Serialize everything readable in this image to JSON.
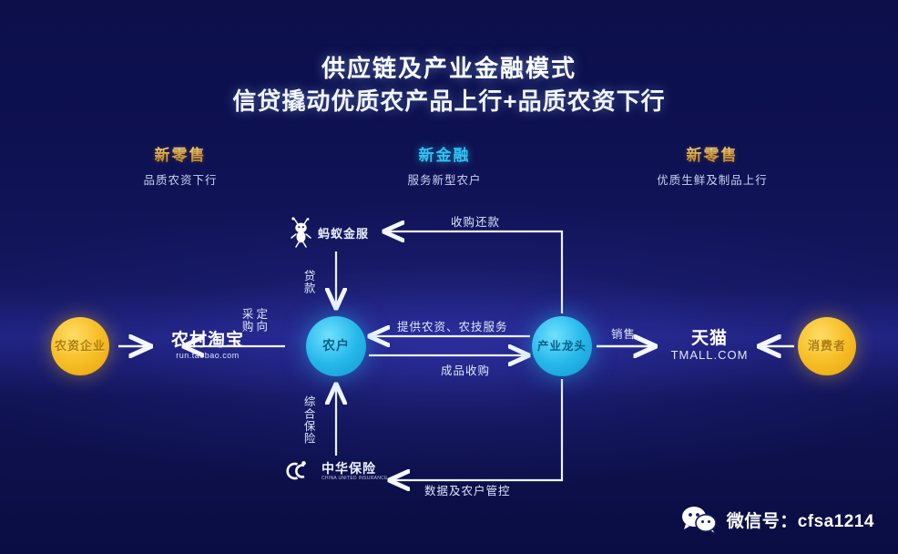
{
  "title": {
    "line1": "供应链及产业金融模式",
    "line2": "信贷撬动优质农产品上行+品质农资下行"
  },
  "sections": [
    {
      "title": "新零售",
      "subtitle": "品质农资下行",
      "color": "#d99b2c"
    },
    {
      "title": "新金融",
      "subtitle": "服务新型农户",
      "color": "#2fc3f0"
    },
    {
      "title": "新零售",
      "subtitle": "优质生鲜及制品上行",
      "color": "#d99b2c"
    }
  ],
  "nodes": {
    "agri_supplier": "农资企业",
    "rural_taobao_cn": "农村淘宝",
    "rural_taobao_en": "run.taobao.com",
    "farmer": "农户",
    "industry_leader": "产业龙头",
    "tmall_cn": "天猫",
    "tmall_en": "TMALL.COM",
    "consumer": "消费者",
    "ant_financial": "蚂蚁金服",
    "insurance_cn": "中华保险",
    "insurance_en": "CHINA UNITED INSURANCE"
  },
  "edges": {
    "procurement": "定向采购",
    "procurement_l1": "定向",
    "procurement_l2": "采购",
    "loan": "贷款",
    "supply_service": "提供农资、农技服务",
    "product_purchase": "成品收购",
    "sales": "销售",
    "repayment": "收购还款",
    "insurance": "综合保险",
    "data_control": "数据及农户管控"
  },
  "watermark": {
    "label": "微信号：cfsa1214"
  },
  "colors": {
    "background": "#0d1050",
    "gold": "#f5b91a",
    "cyan": "#22b8e8",
    "text": "#ffffff"
  }
}
